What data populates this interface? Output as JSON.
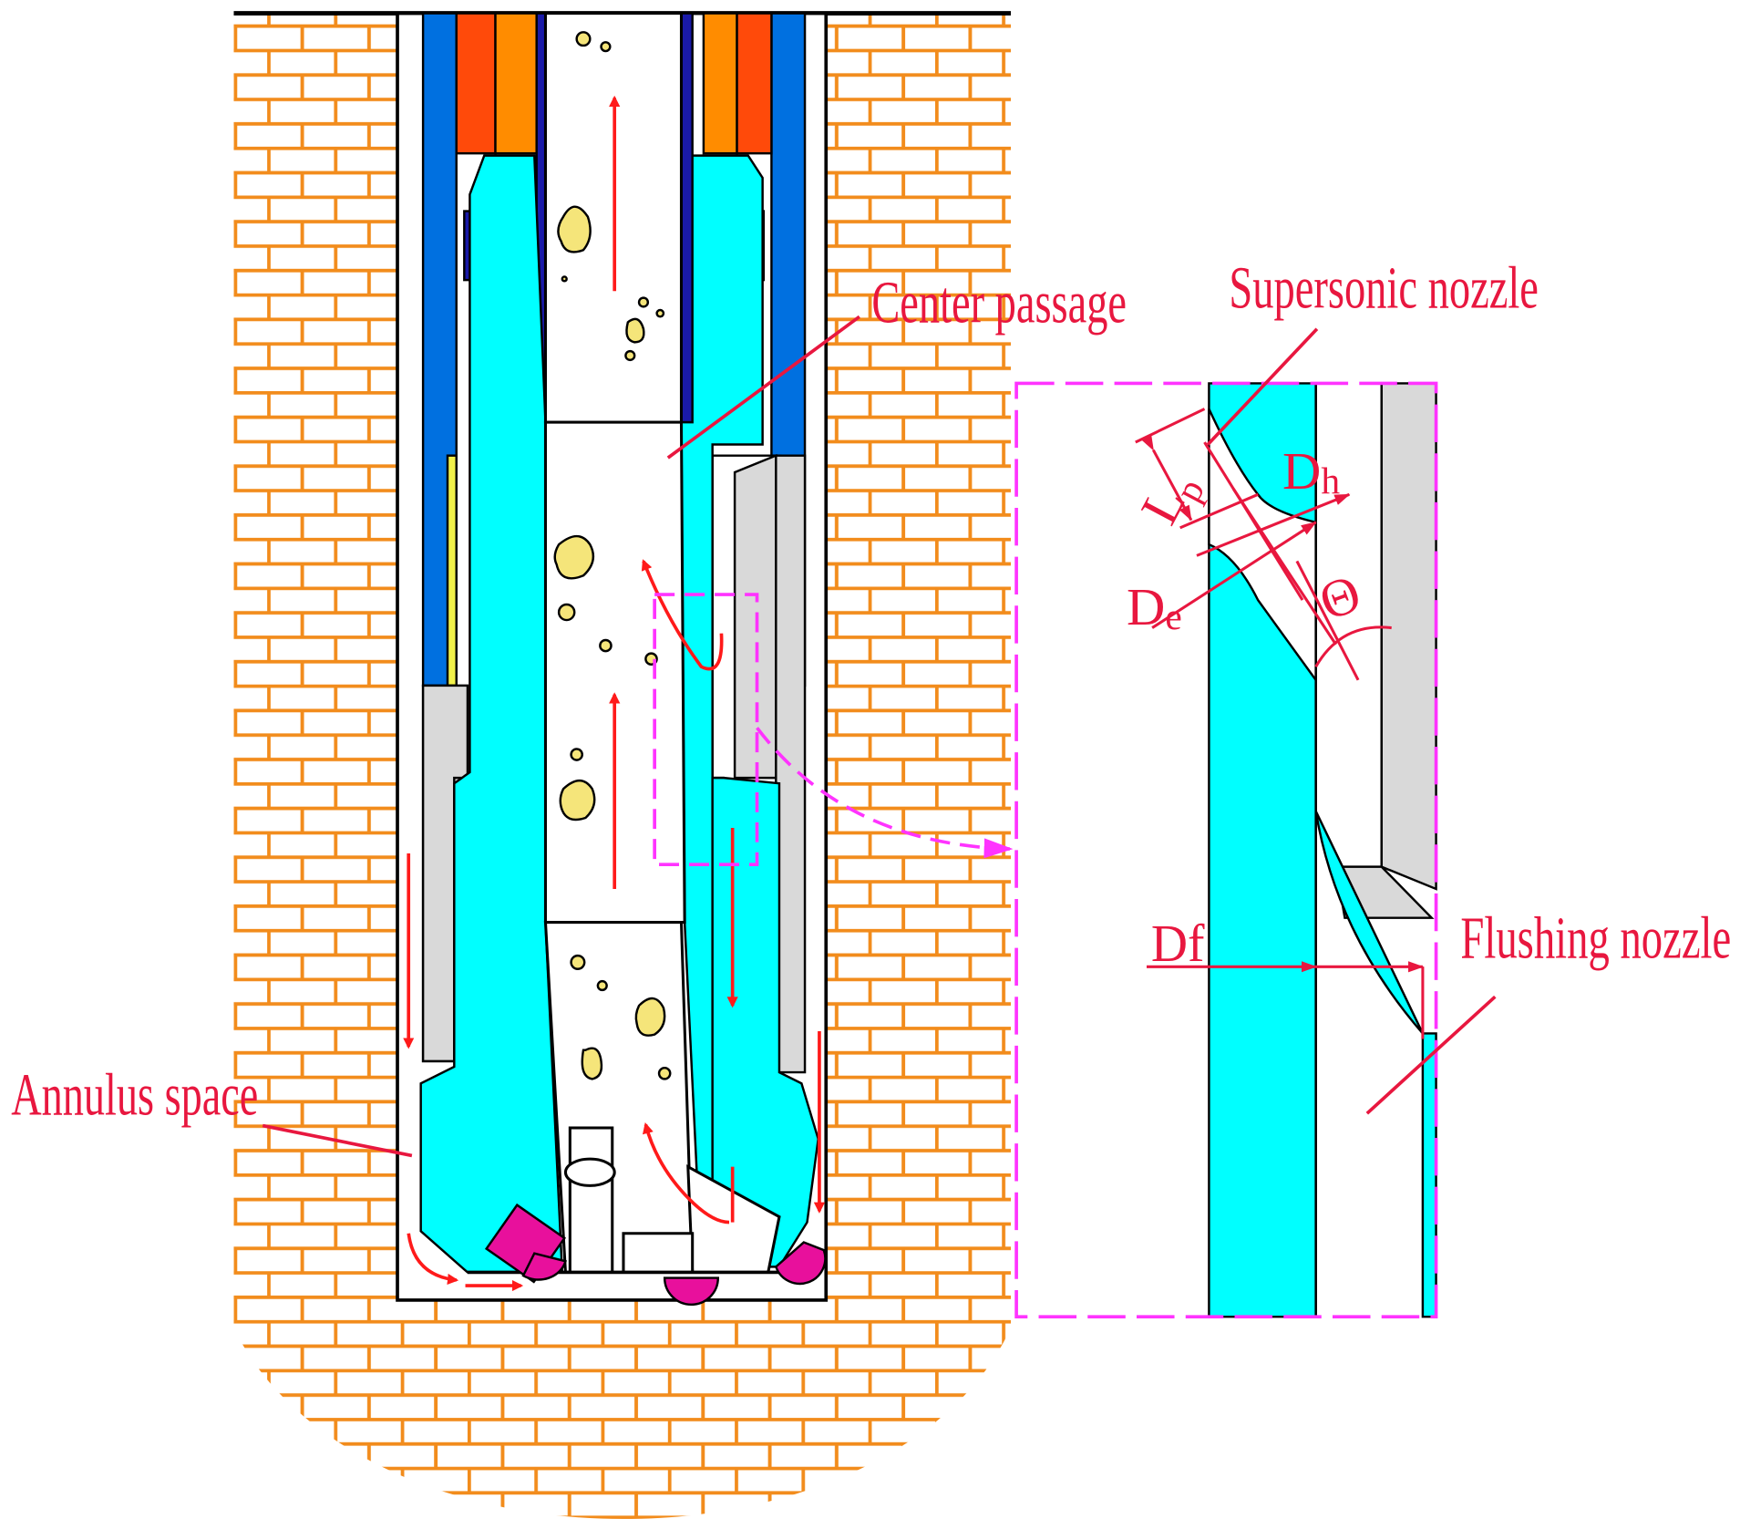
{
  "labels": {
    "center_passage": "Center passage",
    "supersonic_nozzle": "Supersonic nozzle",
    "annulus_space": "Annulus space",
    "flushing_nozzle": "Flushing nozzle",
    "lp_main": "L",
    "lp_sub": "p",
    "dh_main": "D",
    "dh_sub": "h",
    "de_main": "D",
    "de_sub": "e",
    "df": "Df",
    "theta": "Θ"
  },
  "colors": {
    "brick": "#f28c1c",
    "fluid": "#00ffff",
    "steel": "#d9d9d9",
    "sleeve": "#0070e0",
    "dark_blue": "#1a1aa8",
    "orange_red": "#ff4a0a",
    "orange": "#ff8c00",
    "arrow_red": "#ff1a1a",
    "callout": "#e8173f",
    "magenta": "#ff33ff",
    "cutter": "#e8109c",
    "cutting": "#f5e57a"
  }
}
